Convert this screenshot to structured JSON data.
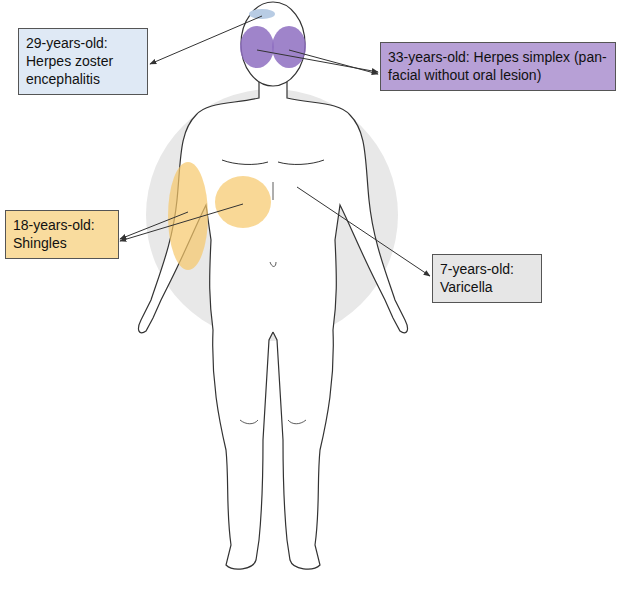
{
  "diagram": {
    "nodes": [
      {
        "text": [
          "29-years-old: Herpes zoster encephalitis"
        ]
      },
      {
        "text": [
          "33-years-old: Herpes simplex (pan-facial without oral lesion)"
        ]
      },
      {
        "text": [
          "18-years-old: Shingles"
        ]
      },
      {
        "text": [
          "7-years-old: Varicella"
        ]
      }
    ],
    "edges": []
  }
}
